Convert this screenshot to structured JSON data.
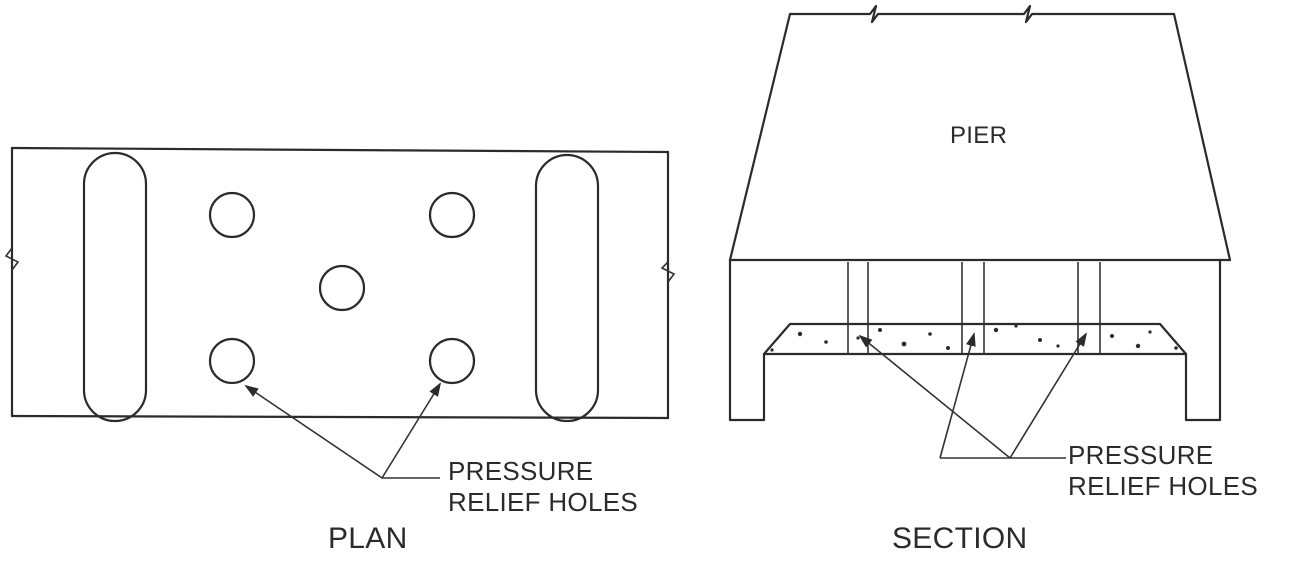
{
  "plan": {
    "title": "PLAN",
    "callout_line1": "PRESSURE",
    "callout_line2": "RELIEF HOLES"
  },
  "section": {
    "title": "SECTION",
    "pier_label": "PIER",
    "callout_line1": "PRESSURE",
    "callout_line2": "RELIEF HOLES"
  },
  "colors": {
    "line": "#2b2b2b",
    "background": "#ffffff"
  }
}
